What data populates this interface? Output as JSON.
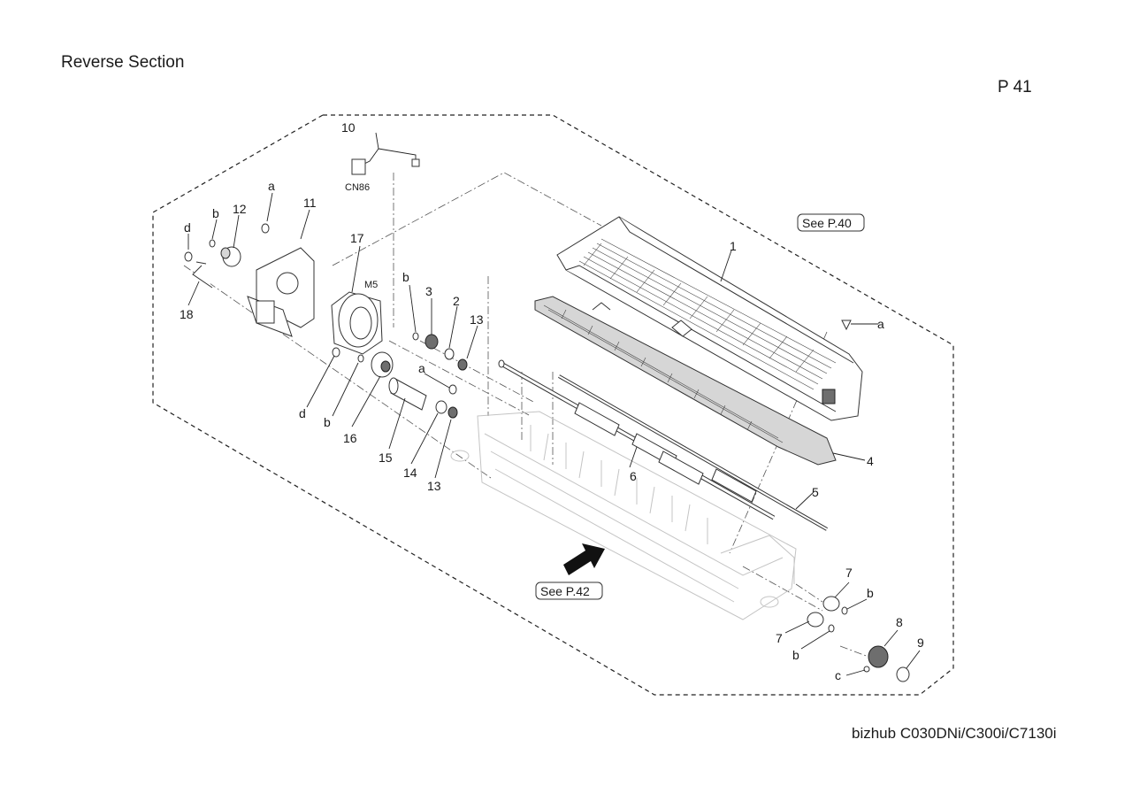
{
  "header": {
    "title": "Reverse Section",
    "page": "P 41"
  },
  "footer": {
    "model": "bizhub C030DNi/C300i/C7130i"
  },
  "callouts": {
    "p1": "1",
    "p2": "2",
    "p3": "3",
    "p4": "4",
    "p5": "5",
    "p6": "6",
    "p7a": "7",
    "p7b": "7",
    "p8": "8",
    "p9": "9",
    "p10": "10",
    "p11": "11",
    "p12": "12",
    "p13a": "13",
    "p13b": "13",
    "p14": "14",
    "p15": "15",
    "p16": "16",
    "p17": "17",
    "p18": "18"
  },
  "fasteners": {
    "a1": "a",
    "a2": "a",
    "a3": "a",
    "b1": "b",
    "b2": "b",
    "b3": "b",
    "b4": "b",
    "b5": "b",
    "c1": "c",
    "d1": "d",
    "d2": "d"
  },
  "connectors": {
    "cn86": "CN86",
    "m5": "M5"
  },
  "references": {
    "see_p40": "See P.40",
    "see_p42": "See P.42"
  }
}
